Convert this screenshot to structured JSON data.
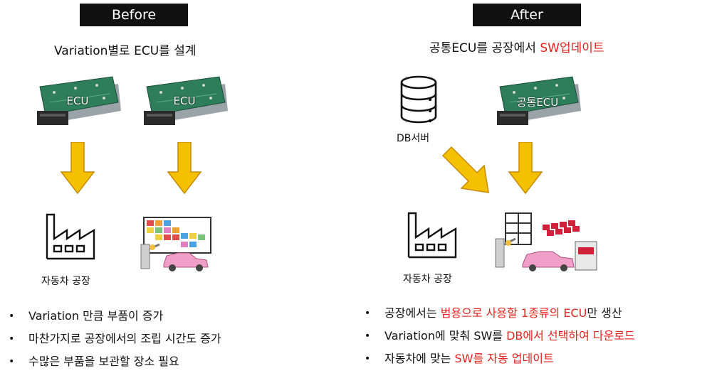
{
  "before": {
    "badge": "Before",
    "subtitle": "Variation별로 ECU를 설계",
    "ecu_labels": [
      "ECU",
      "ECU"
    ],
    "factory_caption": "자동차 공장",
    "bullets": [
      "Variation 만큼 부품이 증가",
      "마찬가지로 공장에서의 조립 시간도 증가",
      "수많은 부품을 보관할 장소 필요"
    ]
  },
  "after": {
    "badge": "After",
    "subtitle_plain": "공통ECU를 공장에서 ",
    "subtitle_red": "SW업데이트",
    "db_caption": "DB서버",
    "ecu_label": "공통ECU",
    "factory_caption": "자동차 공장",
    "bullets": [
      {
        "plain1": "공장에서는 ",
        "red": "범용으로 사용할 1종류의 ECU",
        "plain2": "만 생산"
      },
      {
        "plain1": "Variation에 맞춰 SW를 ",
        "red": "DB에서 선택하여 다운로드",
        "plain2": ""
      },
      {
        "plain1": "자동차에 맞는 ",
        "red": "SW를 자동 업데이트",
        "plain2": ""
      }
    ]
  },
  "colors": {
    "accent_red": "#e8211c",
    "arrow_yellow": "#f5c000",
    "arrow_outline": "#c58a00",
    "badge_bg": "#111111"
  },
  "icons": [
    "ecu-board-icon",
    "database-server-icon",
    "factory-icon",
    "assembly-line-icon",
    "down-arrow-icon",
    "diagonal-arrow-icon"
  ]
}
